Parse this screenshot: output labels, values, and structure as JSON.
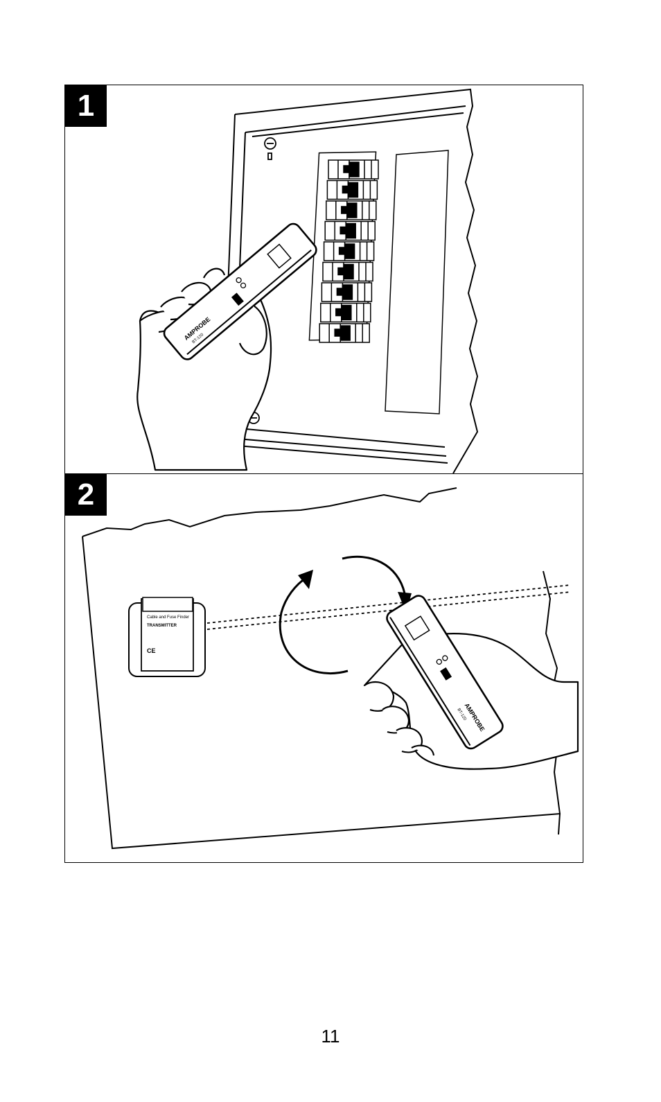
{
  "panels": [
    {
      "step": "1",
      "device": {
        "brand": "AMPROBE",
        "model": "BT-120"
      }
    },
    {
      "step": "2",
      "device": {
        "brand": "AMPROBE",
        "model": "BT-120"
      },
      "transmitter": {
        "title": "Cable and Fuse Finder",
        "label": "TRANSMITTER"
      }
    }
  ],
  "page_number": "11"
}
